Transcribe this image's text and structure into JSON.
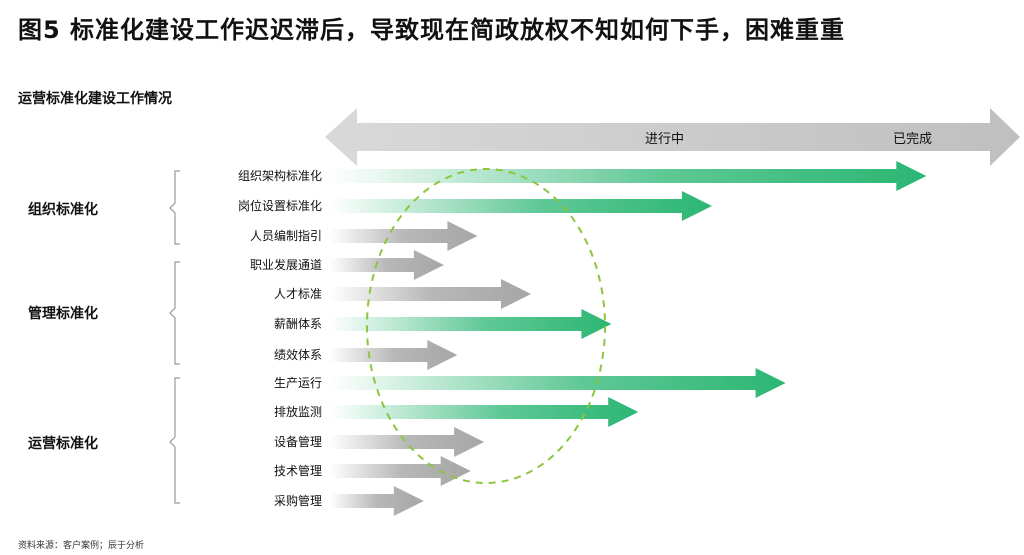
{
  "title": "图5  标准化建设工作迟迟滞后，导致现在简政放权不知如何下手，困难重重",
  "subtitle": "运营标准化建设工作情况",
  "source": "资料来源：客户案例；辰于分析",
  "colors": {
    "green": "#2bb673",
    "gray": "#a6a6a6",
    "ellipse": "#8cc63f"
  },
  "header": {
    "in_progress": "进行中",
    "done": "已完成"
  },
  "groups": [
    {
      "label": "组织标准化"
    },
    {
      "label": "管理标准化"
    },
    {
      "label": "运营标准化"
    }
  ],
  "items": [
    {
      "label": "组织架构标准化",
      "status": "green",
      "progress": 0.89
    },
    {
      "label": "岗位设置标准化",
      "status": "green",
      "progress": 0.57
    },
    {
      "label": "人员编制指引",
      "status": "gray",
      "progress": 0.22
    },
    {
      "label": "职业发展通道",
      "status": "gray",
      "progress": 0.17
    },
    {
      "label": "人才标准",
      "status": "gray",
      "progress": 0.3
    },
    {
      "label": "薪酬体系",
      "status": "green",
      "progress": 0.42
    },
    {
      "label": "绩效体系",
      "status": "gray",
      "progress": 0.19
    },
    {
      "label": "生产运行",
      "status": "green",
      "progress": 0.68
    },
    {
      "label": "排放监测",
      "status": "green",
      "progress": 0.46
    },
    {
      "label": "设备管理",
      "status": "gray",
      "progress": 0.23
    },
    {
      "label": "技术管理",
      "status": "gray",
      "progress": 0.21
    },
    {
      "label": "采购管理",
      "status": "gray",
      "progress": 0.14
    }
  ]
}
